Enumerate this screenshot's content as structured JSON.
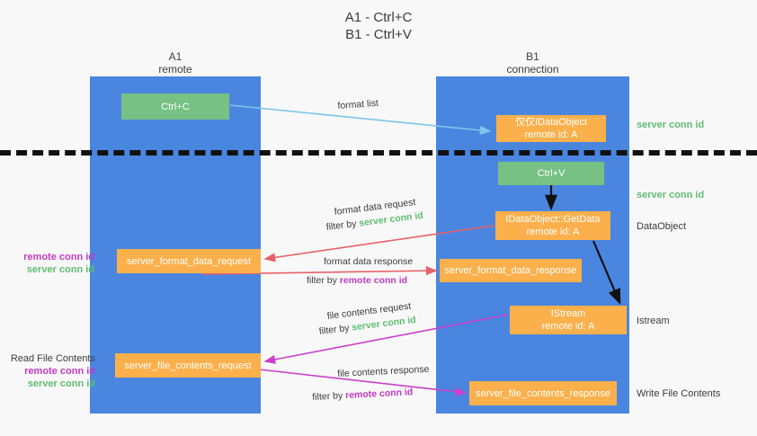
{
  "title": {
    "line1": "A1 - Ctrl+C",
    "line2": "B1 - Ctrl+V"
  },
  "columns": {
    "left": {
      "name": "A1",
      "role": "remote"
    },
    "right": {
      "name": "B1",
      "role": "connection"
    }
  },
  "nodes": {
    "ctrl_c": {
      "label": "Ctrl+C",
      "color": "#76c183"
    },
    "idataobject": {
      "line1": "仅仅IDataObject",
      "line2": "remote id: A",
      "color": "#fbb04c"
    },
    "ctrl_v": {
      "label": "Ctrl+V",
      "color": "#76c183"
    },
    "getdata": {
      "line1": "IDataObject::GetData",
      "line2": "remote id: A",
      "color": "#fbb04c"
    },
    "format_data_request": {
      "label": "server_format_data_request",
      "color": "#fbb04c"
    },
    "format_data_response": {
      "label": "server_format_data_response",
      "color": "#fbb04c"
    },
    "istream": {
      "line1": "IStream",
      "line2": "remote id: A",
      "color": "#fbb04c"
    },
    "file_contents_request": {
      "label": "server_file_contents_request",
      "color": "#fbb04c"
    },
    "file_contents_response": {
      "label": "server_file_contents_response",
      "color": "#fbb04c"
    }
  },
  "right_labels": {
    "server_conn_id_1": "server conn id",
    "server_conn_id_2": "server conn id",
    "dataobject": "DataObject",
    "istream": "Istream",
    "write_file_contents": "Write File Contents"
  },
  "left_labels": {
    "remote_conn_id_1": "remote conn id",
    "server_conn_id_1": "server conn id",
    "read_file_contents": "Read File Contents",
    "remote_conn_id_2": "remote conn id",
    "server_conn_id_2": "server conn id"
  },
  "edge_labels": {
    "format_list": "format list",
    "format_data_request": "format data request",
    "filter_by_prefix_1": "filter by ",
    "filter_server_conn_id_1": "server conn id",
    "format_data_response": "format data response",
    "filter_by_prefix_2": "filter by ",
    "filter_remote_conn_id_1": "remote conn id",
    "file_contents_request": "file contents request",
    "filter_by_prefix_3": "filter by ",
    "filter_server_conn_id_2": "server conn id",
    "file_contents_response": "file contents response",
    "filter_by_prefix_4": "filter by ",
    "filter_remote_conn_id_2": "remote conn id"
  },
  "colors": {
    "lane_blue": "#4a86e0",
    "node_orange": "#fbb04c",
    "node_green": "#76c183",
    "green_text": "#5fbe72",
    "purple_text": "#c13ac1",
    "arrow_lightblue": "#7fc4ea",
    "arrow_red": "#e8606a",
    "arrow_magenta": "#cc3fcc",
    "arrow_black": "#111111",
    "background": "#f8f8f8"
  }
}
